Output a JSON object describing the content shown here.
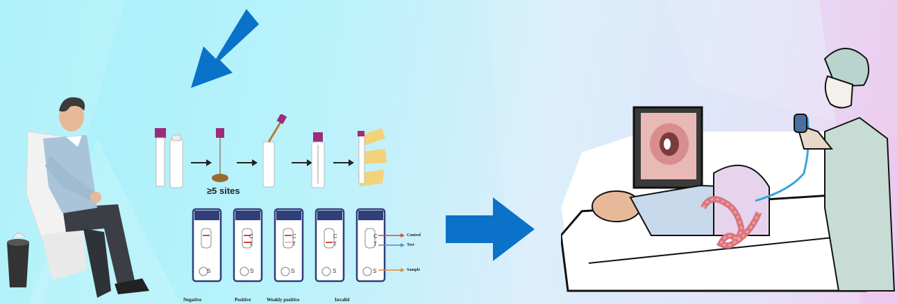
{
  "scene": {
    "accent_blue": "#0a72c8",
    "background_colors": [
      "#a6f0fa",
      "#d9eefb",
      "#f1cfee"
    ]
  },
  "stool_test": {
    "step_label": "≥5 sites",
    "result_captions": [
      "Negative",
      "Positive",
      "Weakly positive",
      "Invalid"
    ],
    "strip_letters": {
      "control": "C",
      "test": "T",
      "sample": "S"
    },
    "legend": [
      "Control",
      "Test",
      "Sample"
    ],
    "legend_colors": [
      "#d9443a",
      "#5a88c8",
      "#e08a2c"
    ]
  },
  "icons": [
    "arrow-down-left-icon",
    "arrow-right-icon",
    "step-arrow-icon"
  ]
}
